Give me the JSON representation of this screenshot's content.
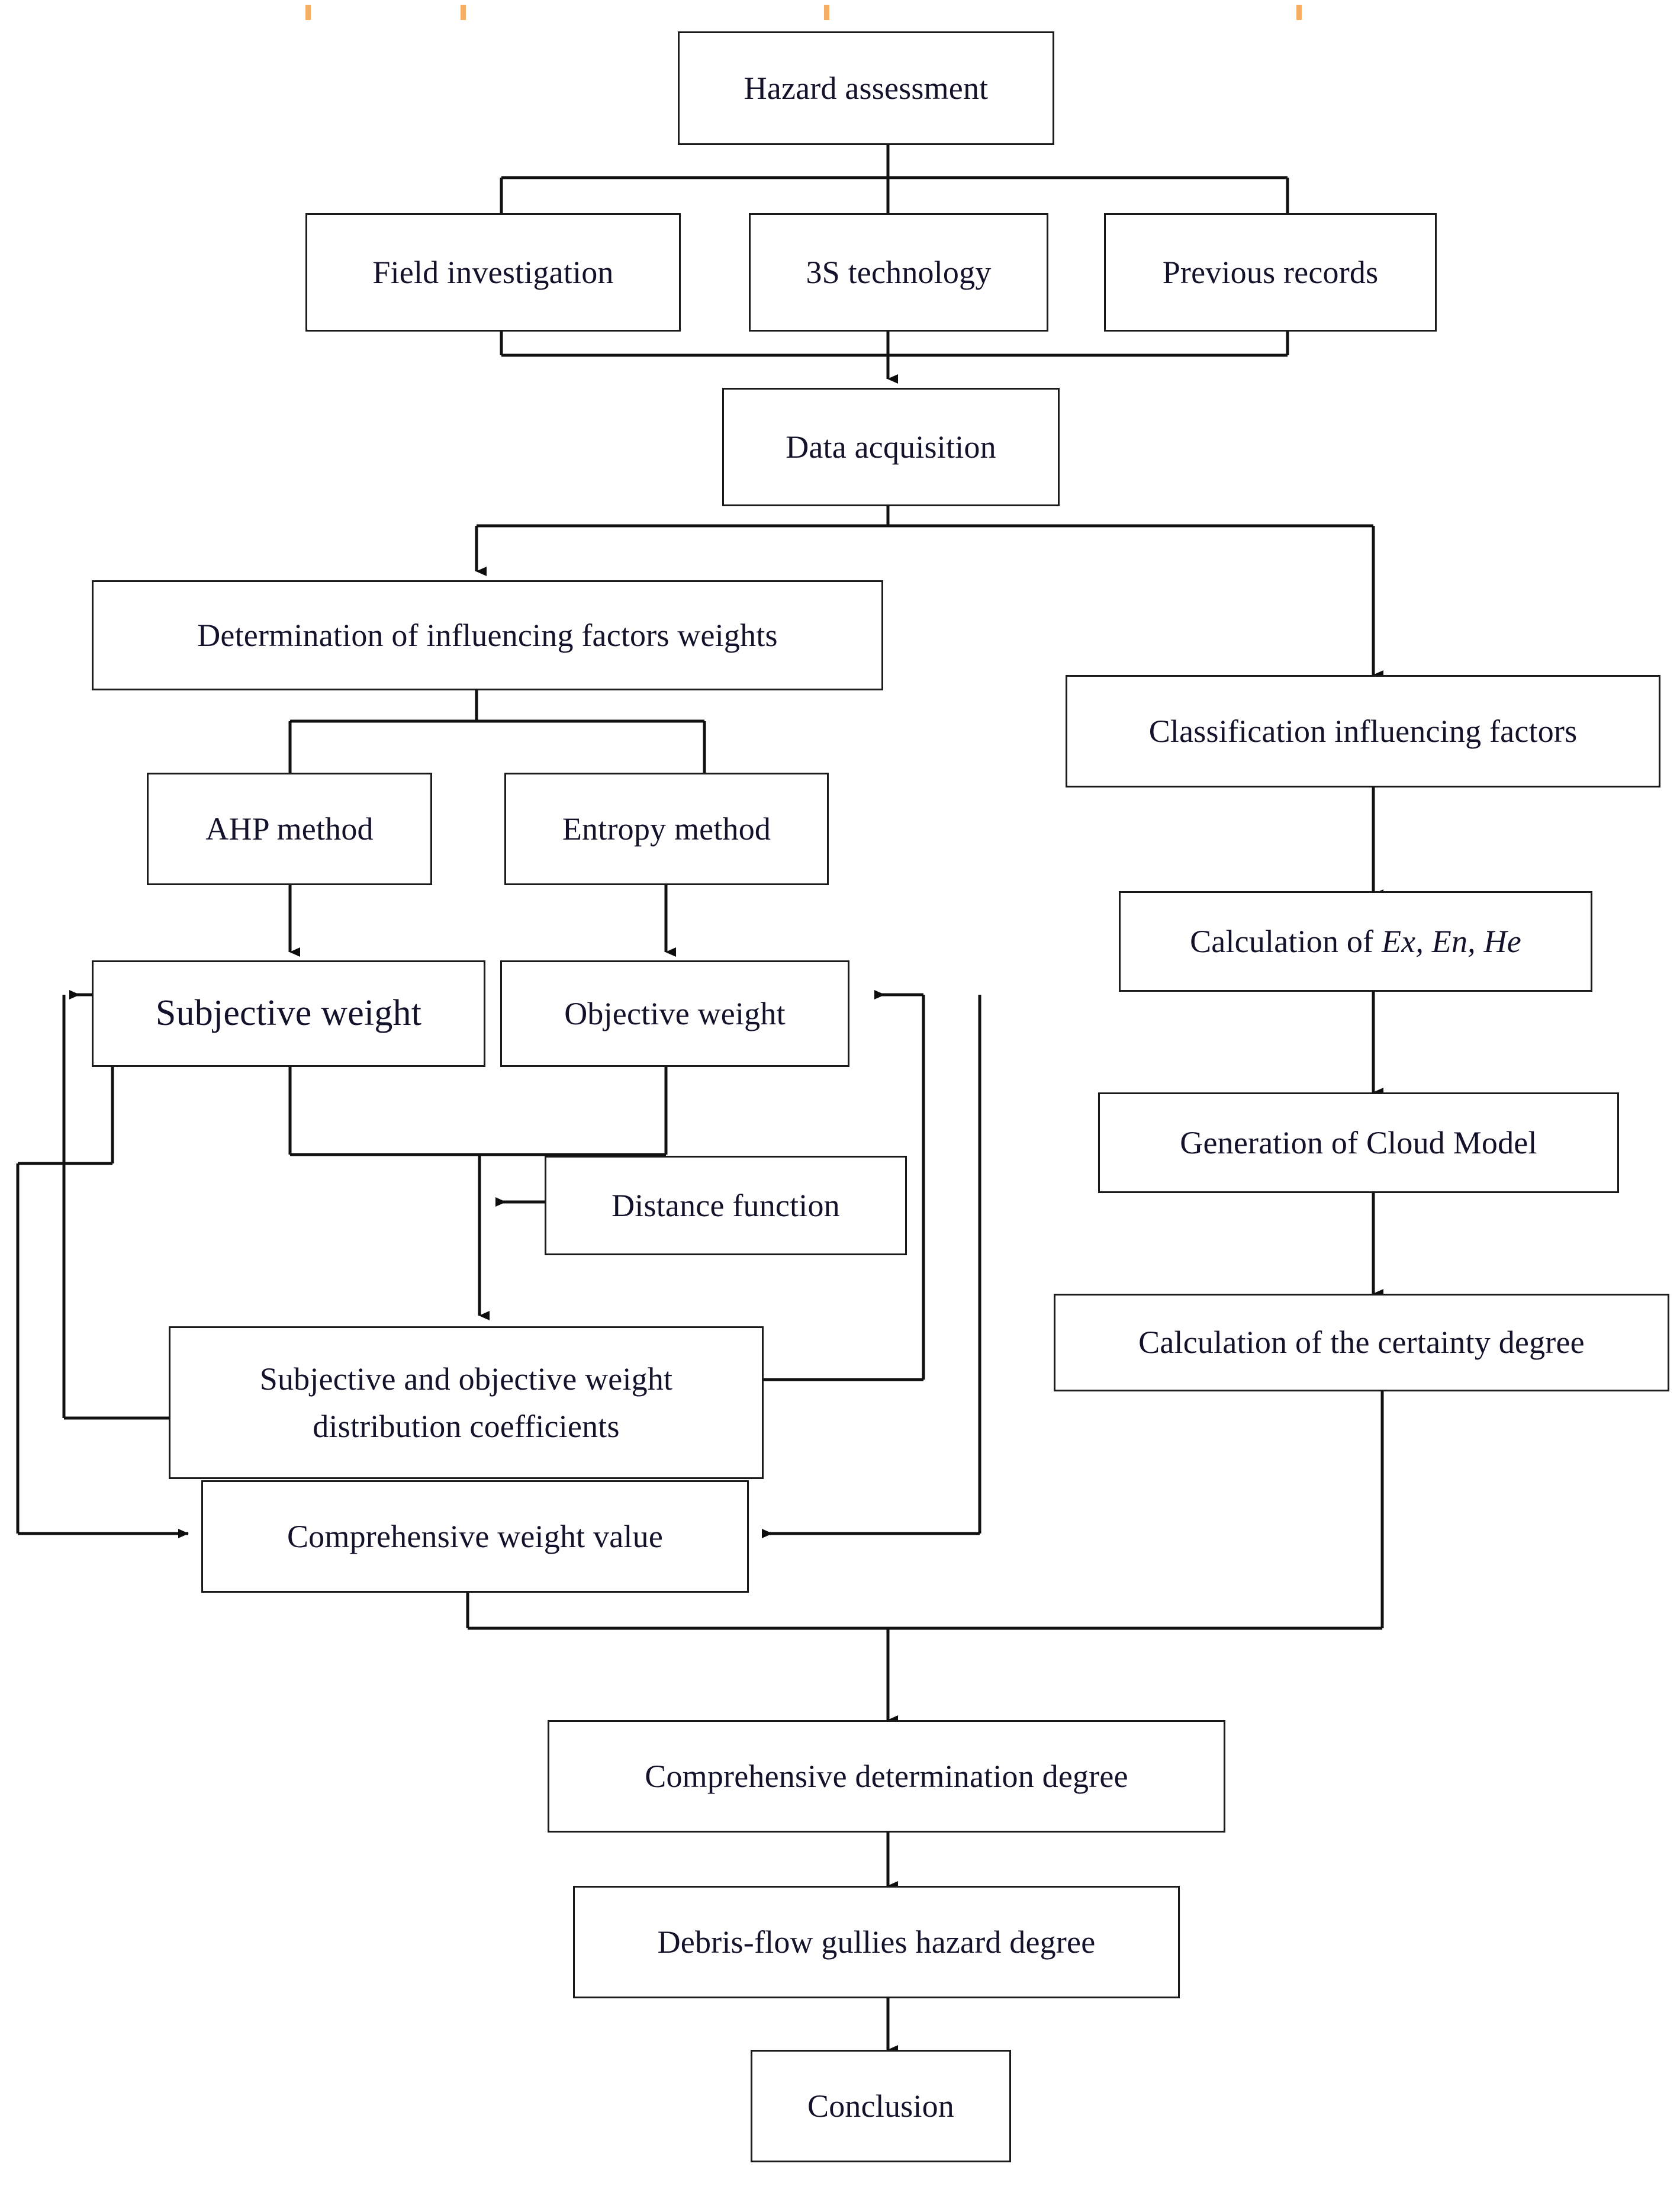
{
  "figure": {
    "type": "flowchart",
    "title": "Debris-flow gullies hazard assessment flowchart",
    "box_border_color": "#1a1a1a",
    "text_color": "#12122a",
    "background": "#ffffff",
    "artifact_color": "#f5a04a"
  },
  "nodes": {
    "hazard_assessment": "Hazard assessment",
    "field_investigation": "Field investigation",
    "three_s_technology": "3S technology",
    "previous_records": "Previous records",
    "data_acquisition": "Data acquisition",
    "determination_weights": "Determination of influencing factors weights",
    "ahp_method": "AHP method",
    "entropy_method": "Entropy method",
    "subjective_weight": "Subjective weight",
    "objective_weight": "Objective weight",
    "distance_function": "Distance function",
    "coefficients_line1": "Subjective and objective weight",
    "coefficients_line2": "distribution coefficients",
    "comprehensive_weight_value": "Comprehensive weight value",
    "classification_factors": "Classification influencing factors",
    "calculation_exenhe_prefix": "Calculation of ",
    "calculation_exenhe_vars": "Ex, En, He",
    "generation_cloud_model": "Generation of Cloud Model",
    "calculation_certainty": "Calculation of the certainty degree",
    "comprehensive_determination_degree": "Comprehensive determination degree",
    "debris_flow_hazard_degree": "Debris-flow gullies hazard degree",
    "conclusion": "Conclusion"
  },
  "edges": [
    {
      "from": "hazard_assessment",
      "to": "field_investigation",
      "style": "orthogonal-bus",
      "arrow": false
    },
    {
      "from": "hazard_assessment",
      "to": "three_s_technology",
      "style": "straight",
      "arrow": false
    },
    {
      "from": "hazard_assessment",
      "to": "previous_records",
      "style": "orthogonal-bus",
      "arrow": false
    },
    {
      "from": "field_investigation",
      "to": "data_acquisition",
      "style": "orthogonal-bus",
      "arrow": true
    },
    {
      "from": "three_s_technology",
      "to": "data_acquisition",
      "style": "straight",
      "arrow": true
    },
    {
      "from": "previous_records",
      "to": "data_acquisition",
      "style": "orthogonal-bus",
      "arrow": true
    },
    {
      "from": "data_acquisition",
      "to": "determination_weights",
      "style": "orthogonal-bus",
      "arrow": true
    },
    {
      "from": "data_acquisition",
      "to": "classification_factors",
      "style": "orthogonal-bus",
      "arrow": true
    },
    {
      "from": "determination_weights",
      "to": "ahp_method",
      "style": "orthogonal-bus",
      "arrow": false
    },
    {
      "from": "determination_weights",
      "to": "entropy_method",
      "style": "orthogonal-bus",
      "arrow": false
    },
    {
      "from": "ahp_method",
      "to": "subjective_weight",
      "style": "straight",
      "arrow": true
    },
    {
      "from": "entropy_method",
      "to": "objective_weight",
      "style": "straight",
      "arrow": true
    },
    {
      "from": "subjective_weight",
      "to": "coefficients",
      "style": "orthogonal-bus",
      "arrow": true
    },
    {
      "from": "objective_weight",
      "to": "coefficients",
      "style": "orthogonal-bus",
      "arrow": true
    },
    {
      "from": "distance_function",
      "to": "coefficients",
      "style": "left-arrow",
      "arrow": true
    },
    {
      "from": "coefficients",
      "to": "subjective_weight",
      "style": "feedback-left",
      "arrow": true
    },
    {
      "from": "coefficients",
      "to": "objective_weight",
      "style": "feedback-right",
      "arrow": true
    },
    {
      "from": "coefficients",
      "to": "comprehensive_weight_value",
      "style": "feedback-left",
      "arrow": true
    },
    {
      "from": "coefficients",
      "to": "comprehensive_weight_value",
      "style": "feedback-right",
      "arrow": true
    },
    {
      "from": "classification_factors",
      "to": "calculation_exenhe",
      "style": "straight",
      "arrow": true
    },
    {
      "from": "calculation_exenhe",
      "to": "generation_cloud_model",
      "style": "straight",
      "arrow": true
    },
    {
      "from": "generation_cloud_model",
      "to": "calculation_certainty",
      "style": "straight",
      "arrow": true
    },
    {
      "from": "comprehensive_weight_value",
      "to": "comprehensive_determination_degree",
      "style": "orthogonal-bus",
      "arrow": true
    },
    {
      "from": "calculation_certainty",
      "to": "comprehensive_determination_degree",
      "style": "orthogonal-bus",
      "arrow": true
    },
    {
      "from": "comprehensive_determination_degree",
      "to": "debris_flow_hazard_degree",
      "style": "straight",
      "arrow": true
    },
    {
      "from": "debris_flow_hazard_degree",
      "to": "conclusion",
      "style": "straight",
      "arrow": true
    }
  ]
}
